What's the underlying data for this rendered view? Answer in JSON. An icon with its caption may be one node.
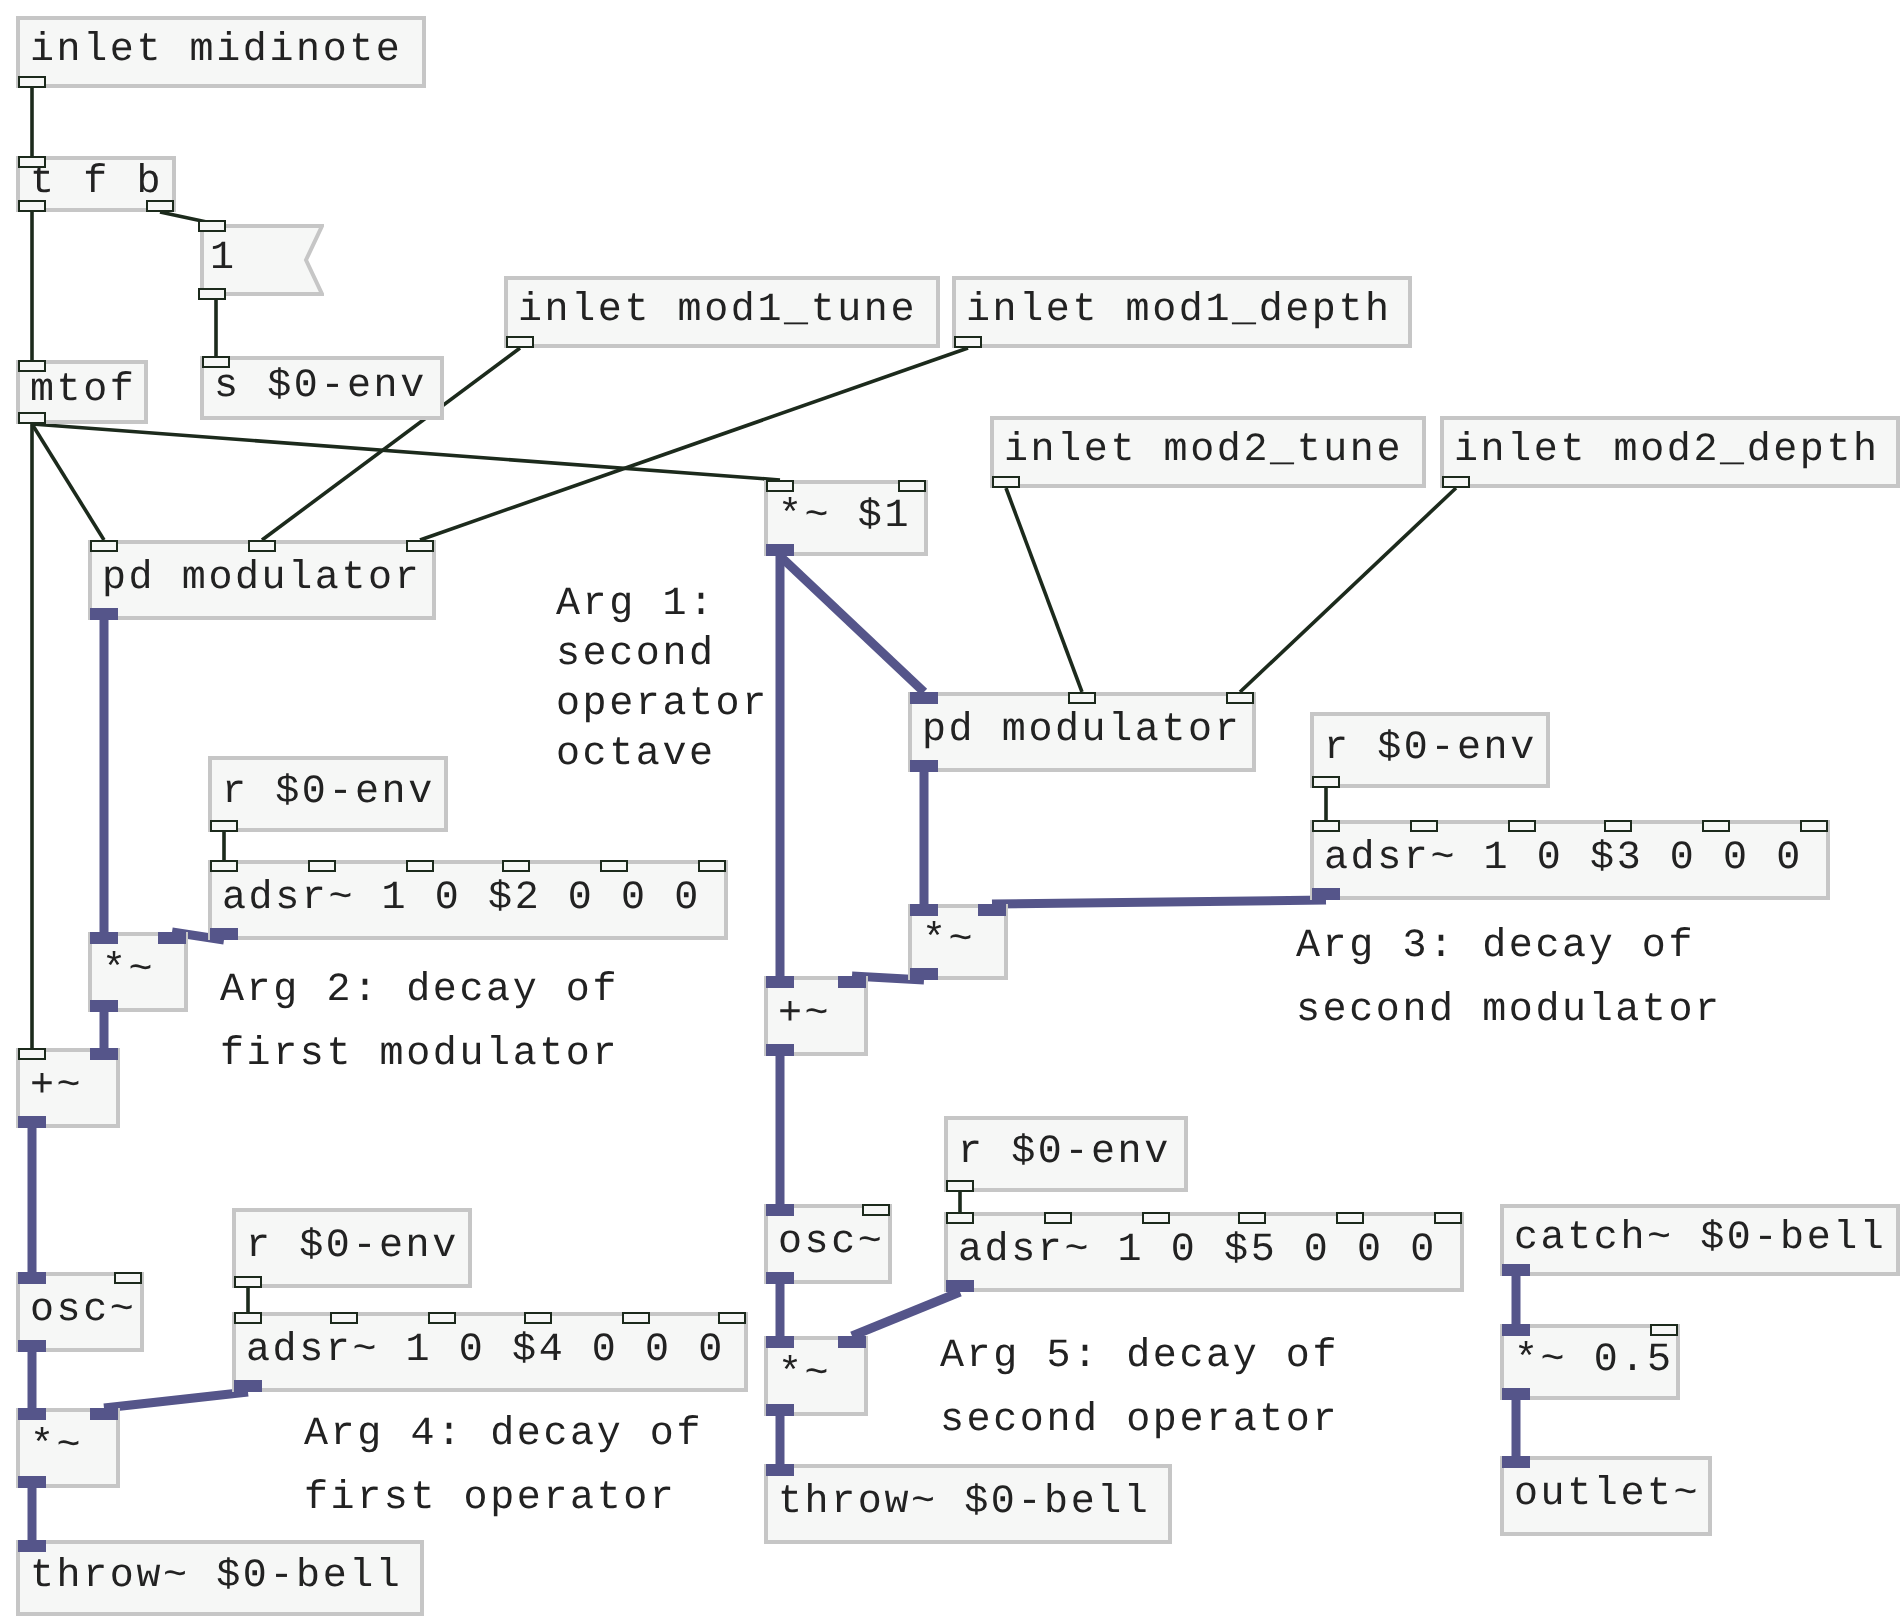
{
  "diagram": {
    "nodes": [
      {
        "text": [
          "inlet midinote"
        ]
      },
      {
        "text": [
          "t f b"
        ]
      },
      {
        "text": [
          "1"
        ]
      },
      {
        "text": [
          "s $0-env"
        ]
      },
      {
        "text": [
          "inlet mod1_tune"
        ]
      },
      {
        "text": [
          "inlet mod1_depth"
        ]
      },
      {
        "text": [
          "mtof"
        ]
      },
      {
        "text": [
          "*~ $1"
        ]
      },
      {
        "text": [
          "inlet mod2_tune"
        ]
      },
      {
        "text": [
          "inlet mod2_depth"
        ]
      },
      {
        "text": [
          "pd modulator"
        ]
      },
      {
        "text": [
          "pd modulator"
        ]
      },
      {
        "text": [
          "r $0-env"
        ]
      },
      {
        "text": [
          "r $0-env"
        ]
      },
      {
        "text": [
          "adsr~ 1 0 $2 0 0 0"
        ]
      },
      {
        "text": [
          "adsr~ 1 0 $3 0 0 0"
        ]
      },
      {
        "text": [
          "*~"
        ]
      },
      {
        "text": [
          "*~"
        ]
      },
      {
        "text": [
          "+~"
        ]
      },
      {
        "text": [
          "+~"
        ]
      },
      {
        "text": [
          "r $0-env"
        ]
      },
      {
        "text": [
          "adsr~ 1 0 $5 0 0 0"
        ]
      },
      {
        "text": [
          "osc~"
        ]
      },
      {
        "text": [
          "r $0-env"
        ]
      },
      {
        "text": [
          "catch~ $0-bell"
        ]
      },
      {
        "text": [
          "osc~"
        ]
      },
      {
        "text": [
          "adsr~ 1 0 $4 0 0 0"
        ]
      },
      {
        "text": [
          "*~"
        ]
      },
      {
        "text": [
          "*~ 0.5"
        ]
      },
      {
        "text": [
          "*~"
        ]
      },
      {
        "text": [
          "throw~ $0-bell"
        ]
      },
      {
        "text": [
          "outlet~"
        ]
      },
      {
        "text": [
          "throw~ $0-bell"
        ]
      }
    ],
    "edges": [
      {
        "from": 0,
        "to": 1,
        "arrow": "none",
        "color": "#1c2a1c"
      },
      {
        "from": 1,
        "to": 6,
        "arrow": "none",
        "color": "#1c2a1c"
      },
      {
        "from": 1,
        "to": 2,
        "arrow": "none",
        "color": "#1c2a1c"
      },
      {
        "from": 2,
        "to": 3,
        "arrow": "none",
        "color": "#1c2a1c"
      },
      {
        "from": 6,
        "to": 10,
        "arrow": "none",
        "color": "#1c2a1c"
      },
      {
        "from": 6,
        "to": 19,
        "arrow": "none",
        "color": "#1c2a1c"
      },
      {
        "from": 6,
        "to": 7,
        "arrow": "none",
        "color": "#1c2a1c"
      },
      {
        "from": 4,
        "to": 10,
        "arrow": "none",
        "color": "#1c2a1c"
      },
      {
        "from": 5,
        "to": 10,
        "arrow": "none",
        "color": "#1c2a1c"
      },
      {
        "from": 8,
        "to": 11,
        "arrow": "none",
        "color": "#1c2a1c"
      },
      {
        "from": 9,
        "to": 11,
        "arrow": "none",
        "color": "#1c2a1c"
      },
      {
        "from": 12,
        "to": 14,
        "arrow": "none",
        "color": "#1c2a1c"
      },
      {
        "from": 13,
        "to": 15,
        "arrow": "none",
        "color": "#1c2a1c"
      },
      {
        "from": 20,
        "to": 21,
        "arrow": "none",
        "color": "#1c2a1c"
      },
      {
        "from": 23,
        "to": 26,
        "arrow": "none",
        "color": "#1c2a1c"
      },
      {
        "from": 7,
        "to": 11,
        "arrow": "none"
      },
      {
        "from": 7,
        "to": 18,
        "arrow": "none"
      },
      {
        "from": 10,
        "to": 16,
        "arrow": "none"
      },
      {
        "from": 14,
        "to": 16,
        "arrow": "none"
      },
      {
        "from": 16,
        "to": 19,
        "arrow": "none"
      },
      {
        "from": 11,
        "to": 17,
        "arrow": "none"
      },
      {
        "from": 15,
        "to": 17,
        "arrow": "none"
      },
      {
        "from": 17,
        "to": 18,
        "arrow": "none"
      },
      {
        "from": 19,
        "to": 25,
        "arrow": "none"
      },
      {
        "from": 18,
        "to": 22,
        "arrow": "none"
      },
      {
        "from": 22,
        "to": 27,
        "arrow": "none"
      },
      {
        "from": 21,
        "to": 27,
        "arrow": "none"
      },
      {
        "from": 25,
        "to": 29,
        "arrow": "none"
      },
      {
        "from": 26,
        "to": 29,
        "arrow": "none"
      },
      {
        "from": 27,
        "to": 30,
        "arrow": "none"
      },
      {
        "from": 29,
        "to": 32,
        "arrow": "none"
      },
      {
        "from": 24,
        "to": 28,
        "arrow": "none"
      },
      {
        "from": 28,
        "to": 31,
        "arrow": "none"
      }
    ],
    "labels": [
      "Arg 1: second operator octave",
      "Arg 2: decay of first modulator",
      "Arg 3: decay of second modulator",
      "Arg 4: decay of first operator",
      "Arg 5: decay of second operator"
    ]
  }
}
